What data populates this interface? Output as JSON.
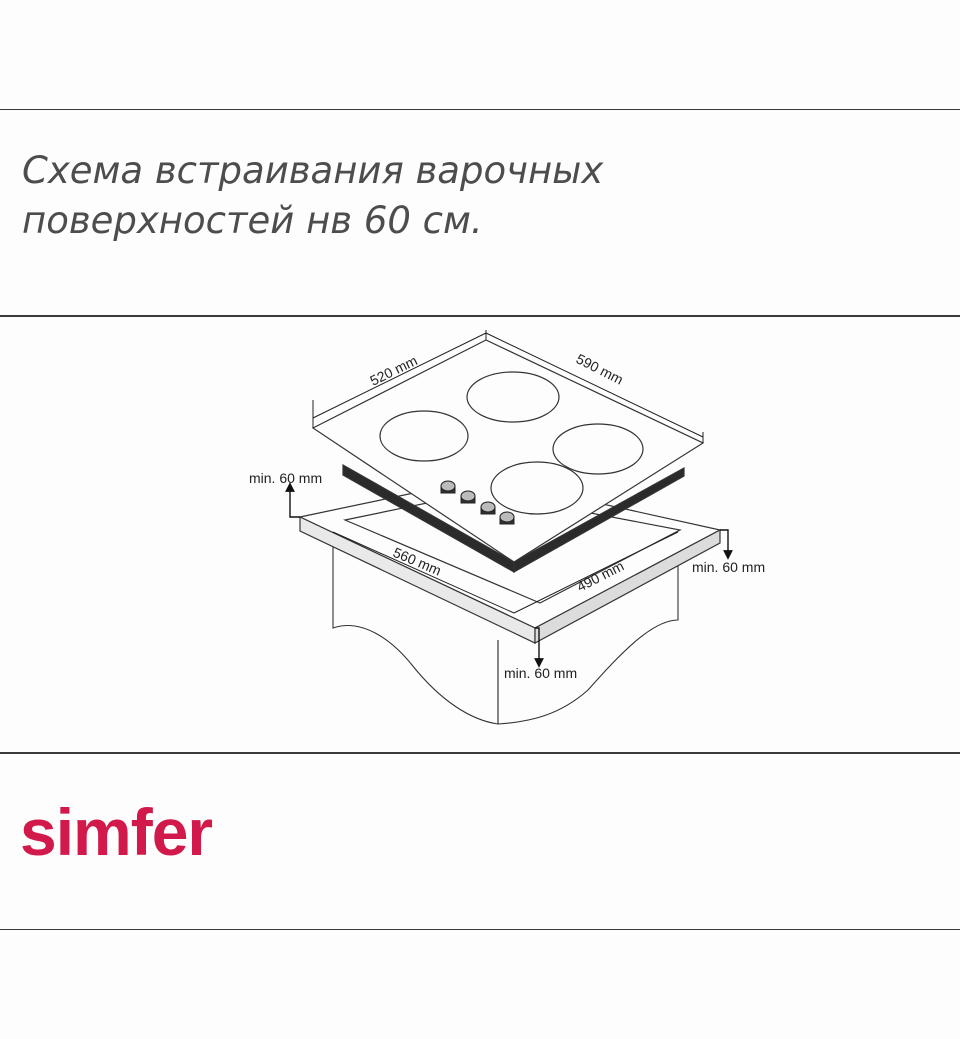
{
  "header": {
    "title_line1": "Схема встраивания варочных",
    "title_line2": "поверхностей нв 60 см."
  },
  "diagram": {
    "dim_depth": "520 mm",
    "dim_width": "590 mm",
    "cutout_width": "560 mm",
    "cutout_depth": "490 mm",
    "clearance_back": "min. 60 mm",
    "clearance_side": "min. 60 mm",
    "clearance_front": "min. 60 mm"
  },
  "brand": {
    "logo_text": "simfer",
    "color": "#d11a4b"
  }
}
